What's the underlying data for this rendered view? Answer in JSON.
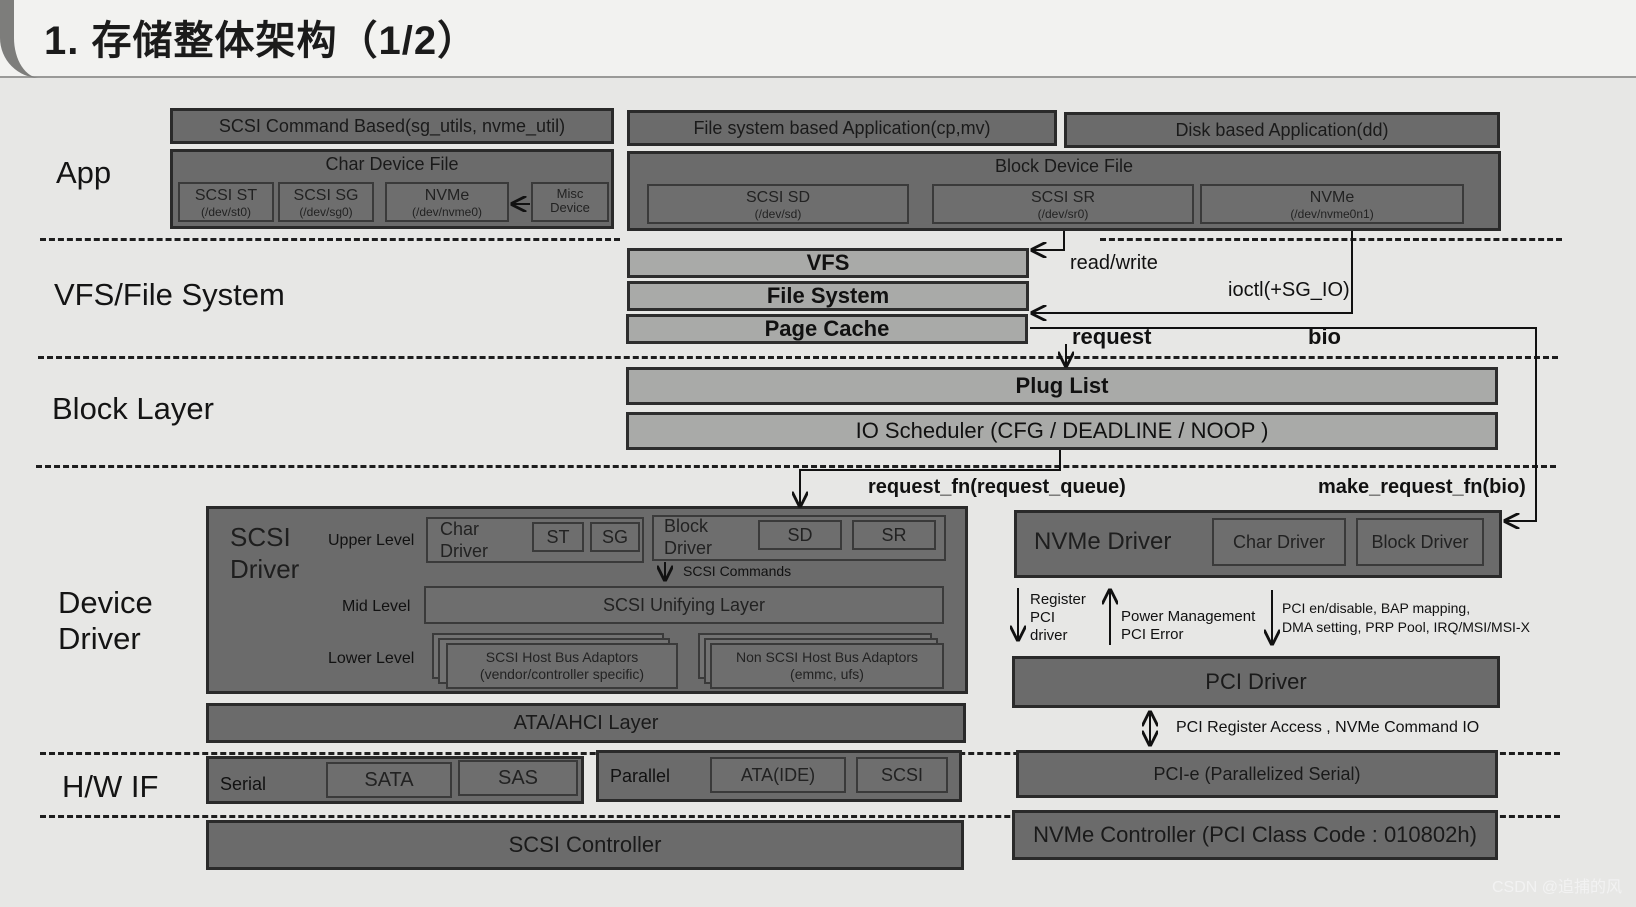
{
  "title": "1. 存储整体架构（1/2）",
  "layers": {
    "app": "App",
    "vfs": "VFS/File System",
    "block": "Block Layer",
    "device_line1": "Device",
    "device_line2": "Driver",
    "hwif": "H/W IF"
  },
  "app": {
    "scsi_cmd": "SCSI Command Based(sg_utils, nvme_util)",
    "fs_app": "File system based Application(cp,mv)",
    "disk_app": "Disk based Application(dd)",
    "char_file": "Char Device File",
    "block_file": "Block Device File",
    "char_items": [
      {
        "name": "SCSI ST",
        "dev": "(/dev/st0)"
      },
      {
        "name": "SCSI SG",
        "dev": "(/dev/sg0)"
      },
      {
        "name": "NVMe",
        "dev": "(/dev/nvme0)"
      },
      {
        "name": "Misc",
        "dev": "Device"
      }
    ],
    "block_items": [
      {
        "name": "SCSI SD",
        "dev": "(/dev/sd)"
      },
      {
        "name": "SCSI SR",
        "dev": "(/dev/sr0)"
      },
      {
        "name": "NVMe",
        "dev": "(/dev/nvme0n1)"
      }
    ]
  },
  "vfs": {
    "vfs": "VFS",
    "fs": "File System",
    "page_cache": "Page Cache",
    "read_write": "read/write",
    "ioctl": "ioctl(+SG_IO)",
    "request": "request",
    "bio": "bio"
  },
  "block": {
    "plug_list": "Plug List",
    "io_scheduler": "IO Scheduler (CFG / DEADLINE / NOOP )",
    "request_fn": "request_fn(request_queue)",
    "make_request_fn": "make_request_fn(bio)"
  },
  "scsi": {
    "title_line1": "SCSI",
    "title_line2": "Driver",
    "upper_level": "Upper Level",
    "mid_level": "Mid Level",
    "lower_level": "Lower Level",
    "char_driver_line1": "Char",
    "char_driver_line2": "Driver",
    "st": "ST",
    "sg": "SG",
    "block_driver_line1": "Block",
    "block_driver_line2": "Driver",
    "sd": "SD",
    "sr": "SR",
    "scsi_commands": "SCSI Commands",
    "unifying": "SCSI Unifying Layer",
    "hba_line1": "SCSI Host Bus Adaptors",
    "hba_line2": "(vendor/controller specific)",
    "non_hba_line1": "Non SCSI  Host Bus Adaptors",
    "non_hba_line2": "(emmc, ufs)",
    "ata_layer": "ATA/AHCI Layer"
  },
  "nvme": {
    "title": "NVMe Driver",
    "char_driver": "Char Driver",
    "block_driver": "Block Driver",
    "register_line1": "Register",
    "register_line2": "PCI",
    "register_line3": "driver",
    "power_mgmt": "Power  Management",
    "pci_error": "PCI Error",
    "pci_en_line1": "PCI en/disable, BAP mapping,",
    "pci_en_line2": "DMA setting, PRP Pool,  IRQ/MSI/MSI-X",
    "pci_driver": "PCI Driver",
    "pci_access": "PCI Register Access , NVMe Command  IO"
  },
  "hwif": {
    "serial": "Serial",
    "sata": "SATA",
    "sas": "SAS",
    "parallel": "Parallel",
    "ata_ide": "ATA(IDE)",
    "scsi": "SCSI",
    "pcie": "PCI-e (Parallelized Serial)"
  },
  "controllers": {
    "scsi": "SCSI Controller",
    "nvme": "NVMe Controller (PCI Class Code : 010802h)"
  },
  "watermark": "CSDN @追捕的风"
}
